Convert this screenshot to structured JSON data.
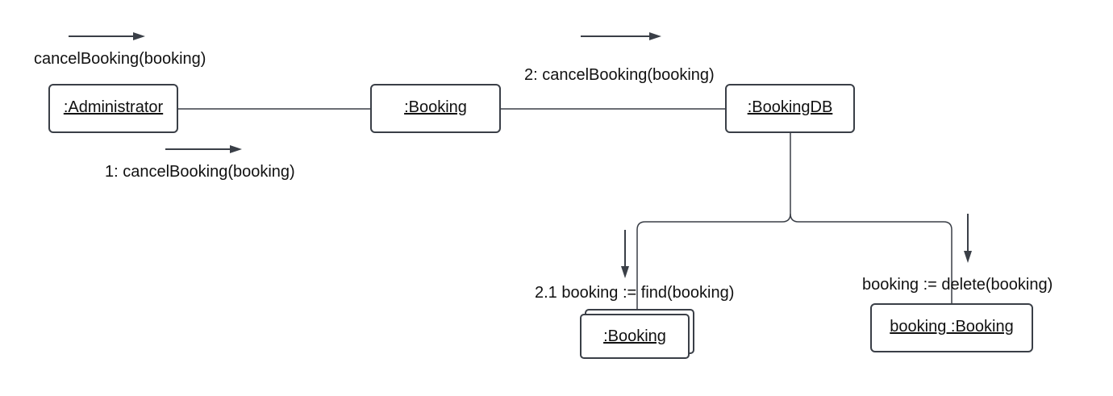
{
  "objects": {
    "administrator": ":Administrator",
    "booking": ":Booking",
    "booking_db": ":BookingDB",
    "booking_multi": ":Booking",
    "booking_instance": "booking :Booking"
  },
  "messages": {
    "actor_call": "cancelBooking(booking)",
    "msg1": "1: cancelBooking(booking)",
    "msg2": "2: cancelBooking(booking)",
    "msg2_1": "2.1 booking := find(booking)",
    "msg_delete": "booking := delete(booking)"
  },
  "colors": {
    "stroke": "#3a3f47",
    "text": "#111111",
    "background": "#ffffff"
  }
}
